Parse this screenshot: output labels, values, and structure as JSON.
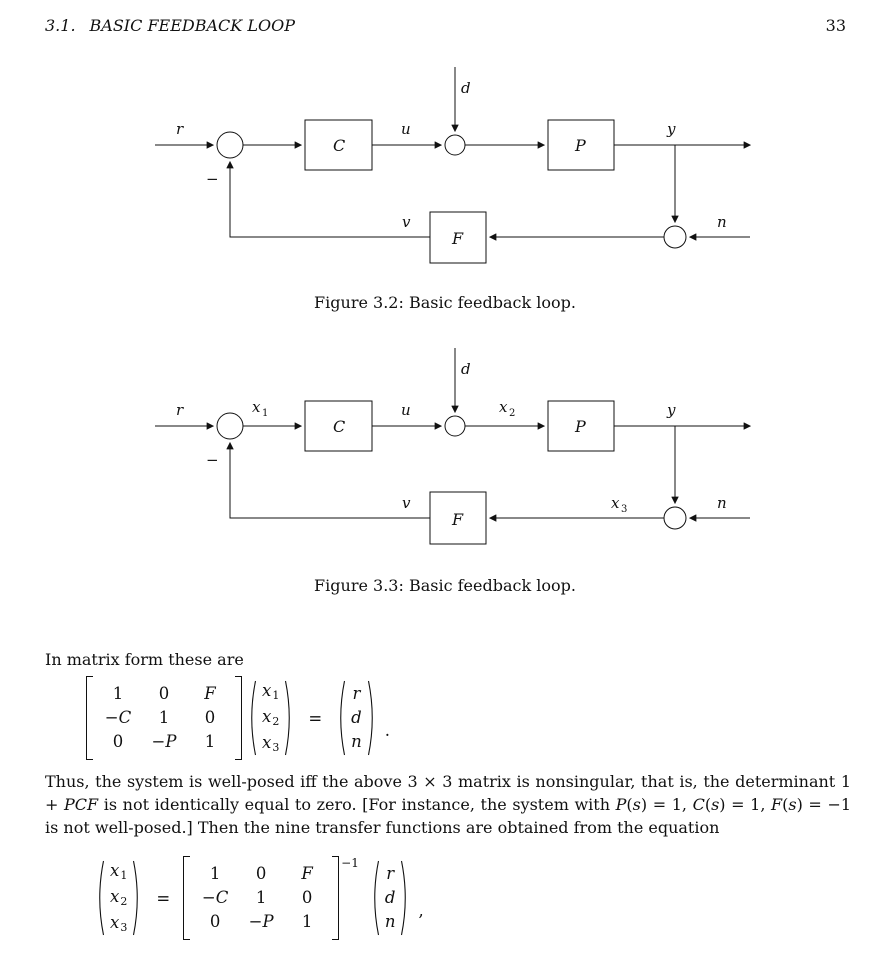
{
  "page": {
    "section": "3.1.",
    "title": "BASIC FEEDBACK LOOP",
    "number": "33"
  },
  "fig32": {
    "caption": "Figure 3.2: Basic feedback loop.",
    "labels": {
      "r": "r",
      "d": "d",
      "u": "u",
      "y": "y",
      "v": "v",
      "n": "n",
      "minus": "−",
      "C": "C",
      "P": "P",
      "F": "F"
    }
  },
  "fig33": {
    "caption": "Figure 3.3: Basic feedback loop.",
    "labels": {
      "r": "r",
      "d": "d",
      "u": "u",
      "y": "y",
      "v": "v",
      "n": "n",
      "minus": "−",
      "C": "C",
      "P": "P",
      "F": "F",
      "x1b": "x",
      "x1s": "1",
      "x2b": "x",
      "x2s": "2",
      "x3b": "x",
      "x3s": "3"
    }
  },
  "text": {
    "intro": "In matrix form these are"
  },
  "eq1": {
    "m": [
      [
        "1",
        "0",
        "F"
      ],
      [
        "−C",
        "1",
        "0"
      ],
      [
        "0",
        "−P",
        "1"
      ]
    ],
    "x": [
      {
        "b": "x",
        "s": "1"
      },
      {
        "b": "x",
        "s": "2"
      },
      {
        "b": "x",
        "s": "3"
      }
    ],
    "rhs": [
      "r",
      "d",
      "n"
    ],
    "eq": "=",
    "end": "."
  },
  "para": {
    "runs": [
      {
        "t": "Thus, the system is well-posed iff the above 3 × 3 matrix is nonsingular, that is, the determinant 1 + "
      },
      {
        "t": "PCF"
      },
      {
        "t": " is not identically equal to zero.  [For instance, the system with "
      },
      {
        "t": "P"
      },
      {
        "t": "("
      },
      {
        "t": "s"
      },
      {
        "t": ") = 1, "
      },
      {
        "t": "C"
      },
      {
        "t": "("
      },
      {
        "t": "s"
      },
      {
        "t": ") = 1, "
      },
      {
        "t": "F"
      },
      {
        "t": "("
      },
      {
        "t": "s"
      },
      {
        "t": ") = −1 is not well-posed.]  Then the nine transfer functions are obtained from the equation"
      }
    ]
  },
  "eq2": {
    "m": [
      [
        "1",
        "0",
        "F"
      ],
      [
        "−C",
        "1",
        "0"
      ],
      [
        "0",
        "−P",
        "1"
      ]
    ],
    "x": [
      {
        "b": "x",
        "s": "1"
      },
      {
        "b": "x",
        "s": "2"
      },
      {
        "b": "x",
        "s": "3"
      }
    ],
    "rhs": [
      "r",
      "d",
      "n"
    ],
    "eq": "=",
    "inv": "−1",
    "end": ","
  }
}
